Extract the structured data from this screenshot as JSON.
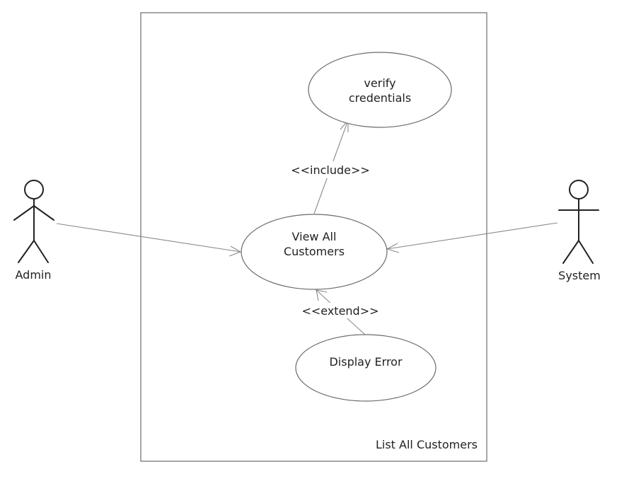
{
  "system": {
    "name": "List All Customers"
  },
  "use_cases": {
    "verify": {
      "lines": [
        "verify",
        "credentials"
      ]
    },
    "view_all": {
      "lines": [
        "View All",
        "Customers"
      ]
    },
    "display_error": {
      "lines": [
        "Display Error"
      ]
    }
  },
  "actors": {
    "admin": {
      "name": "Admin"
    },
    "system": {
      "name": "System"
    }
  },
  "relations": {
    "include": "<<include>>",
    "extend": "<<extend>>"
  }
}
